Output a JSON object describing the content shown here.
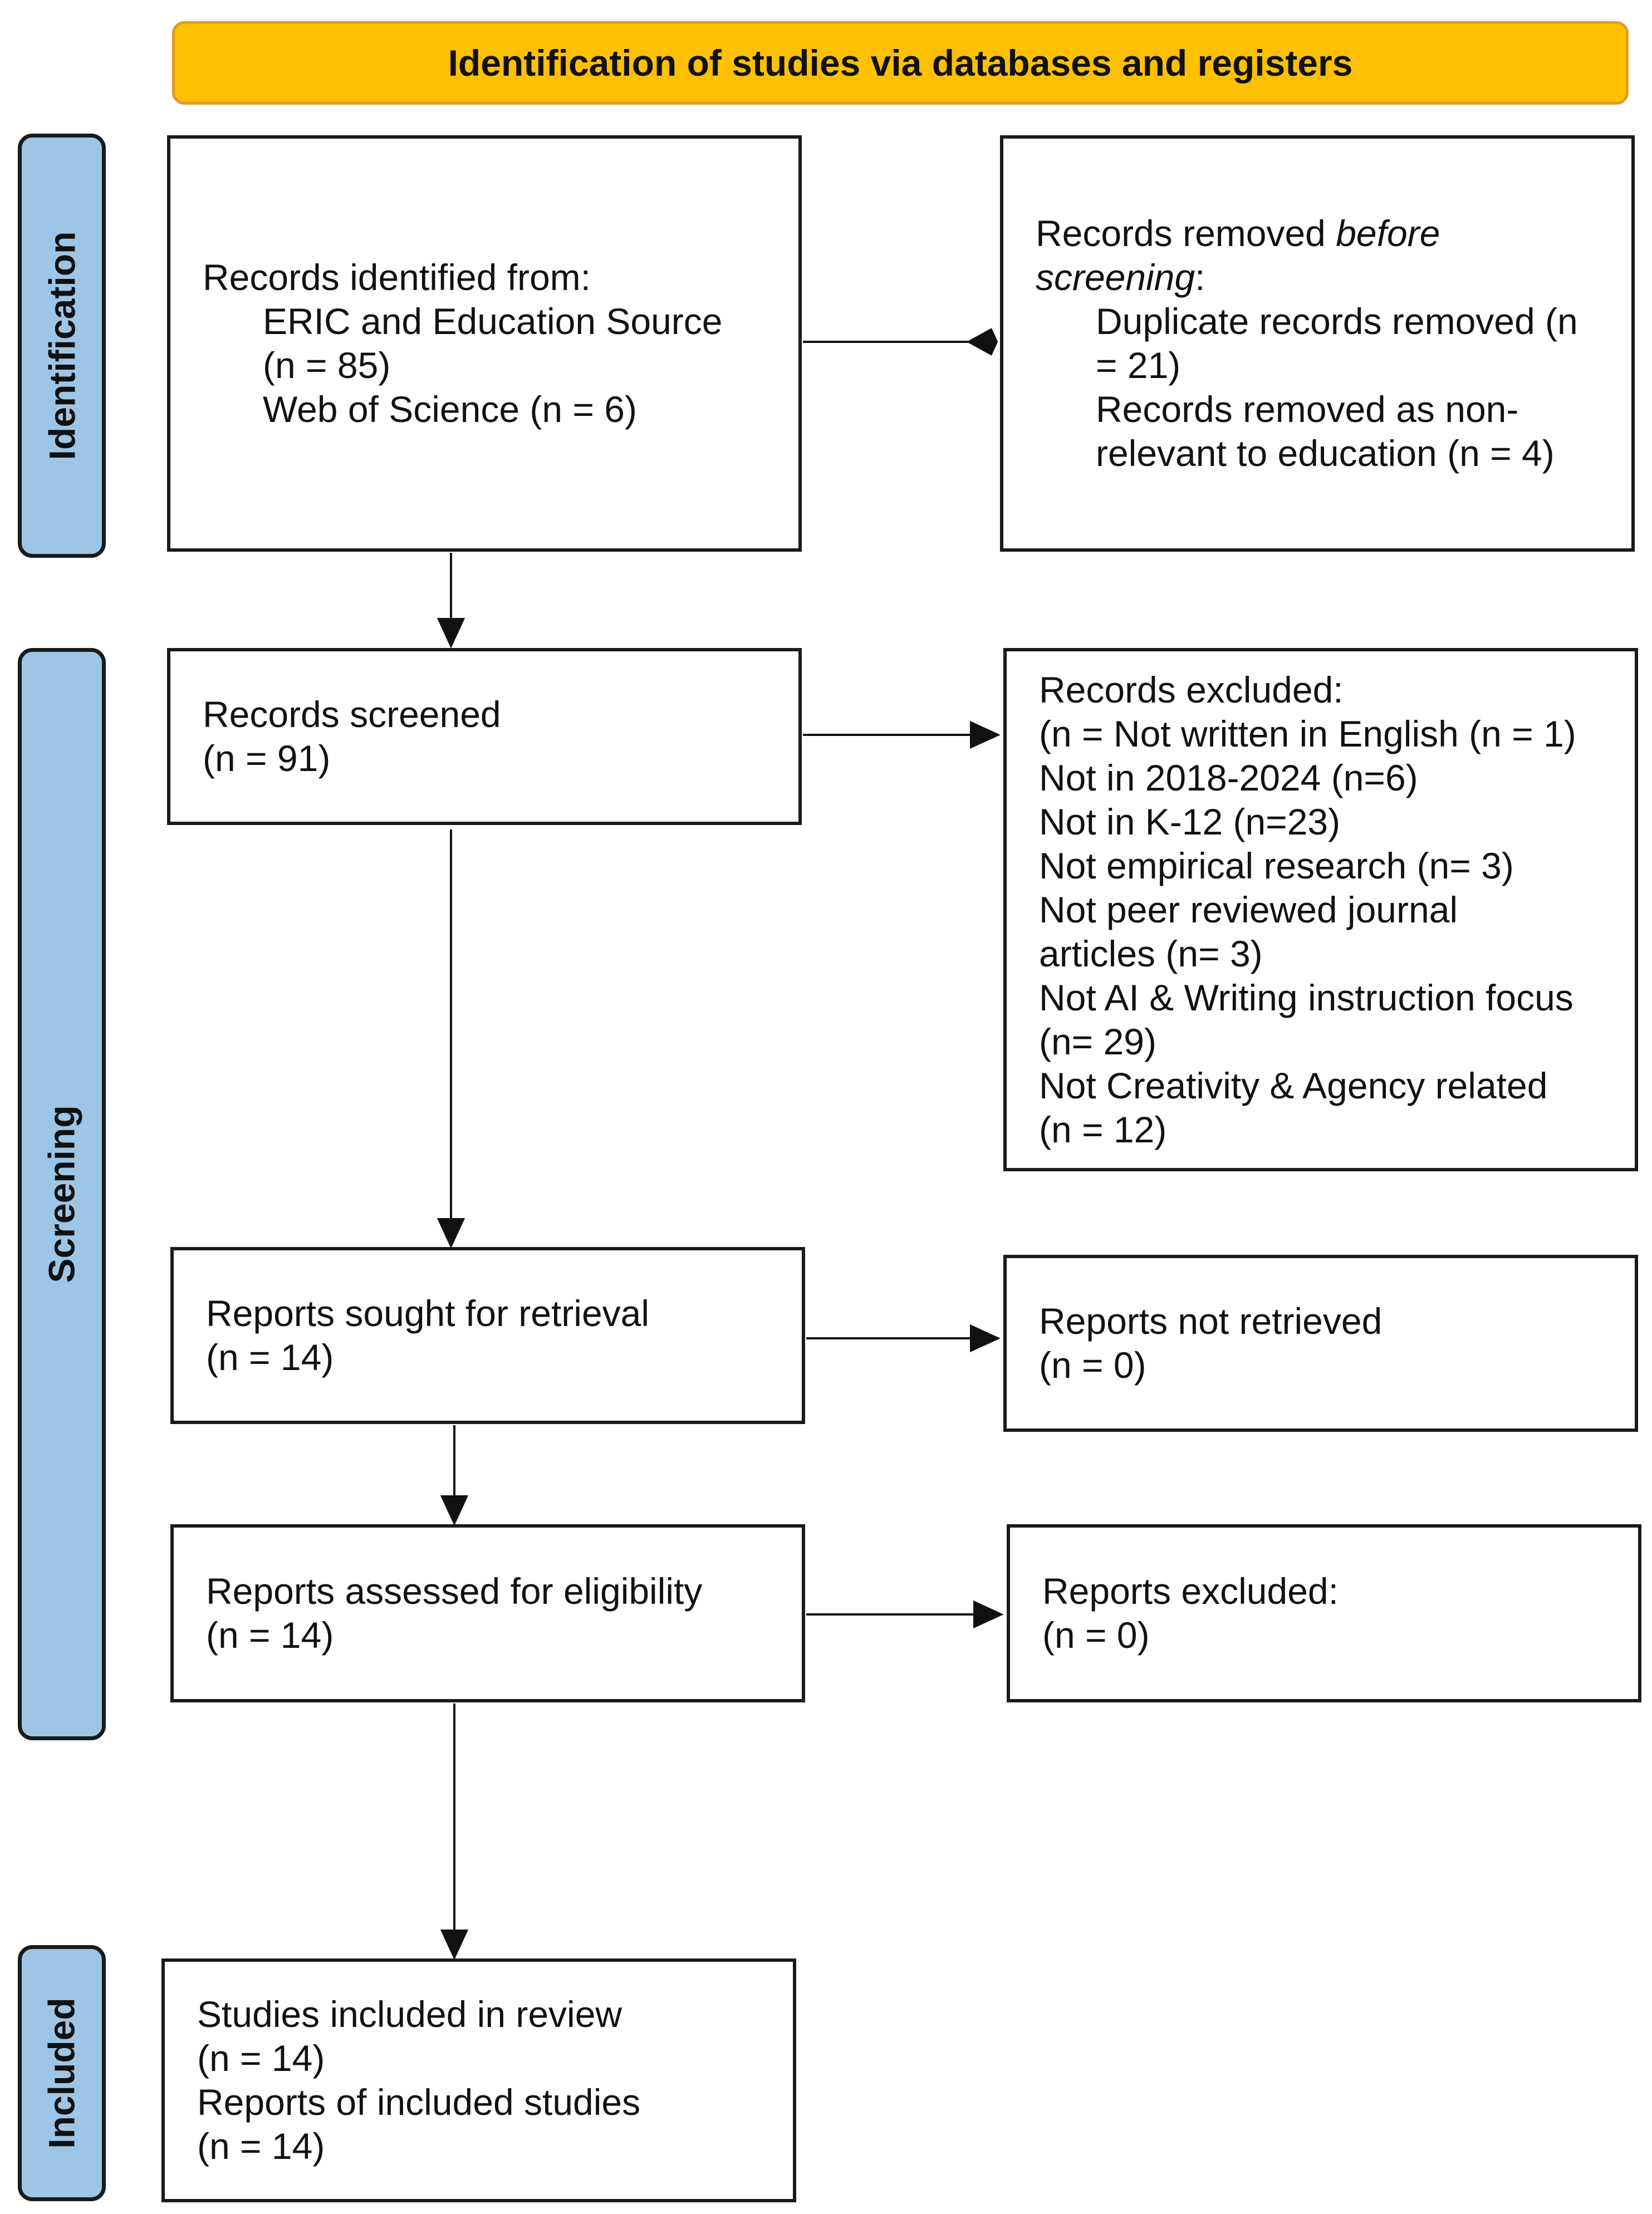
{
  "header": {
    "title": "Identification of studies via databases and registers"
  },
  "phases": {
    "identification": "Identification",
    "screening": "Screening",
    "included": "Included"
  },
  "identified": {
    "heading": "Records identified from:",
    "source1": "ERIC and Education Source",
    "source1_count": "(n = 85)",
    "source2": "Web of Science (n = 6)"
  },
  "removed": {
    "heading_prefix": "Records removed ",
    "heading_em1": "before",
    "heading_em2": "screening",
    "heading_suffix": ":",
    "dup_line1": "Duplicate records removed (n",
    "dup_line2": "= 21)",
    "nonrel_line1": "Records removed as non-",
    "nonrel_line2": "relevant to education (n = 4)"
  },
  "screened": {
    "label": "Records screened",
    "count": "(n = 91)"
  },
  "excluded": {
    "lines": [
      "Records excluded:",
      "(n = Not written in English (n = 1)",
      "Not in 2018-2024 (n=6)",
      "Not in K-12 (n=23)",
      "Not empirical research (n= 3)",
      "Not peer reviewed journal",
      "articles (n= 3)",
      "Not AI & Writing instruction focus",
      "(n= 29)",
      "Not Creativity & Agency related",
      "(n = 12)"
    ]
  },
  "sought": {
    "label": "Reports sought for retrieval",
    "count": "(n = 14)"
  },
  "not_retrieved": {
    "label": "Reports not retrieved",
    "count": "(n = 0)"
  },
  "assessed": {
    "label": "Reports assessed for eligibility",
    "count": "(n = 14)"
  },
  "reports_excluded": {
    "label": "Reports excluded:",
    "count": "(n = 0)"
  },
  "included_box": {
    "line1": "Studies included in review",
    "line2": "(n = 14)",
    "line3": "Reports of included studies",
    "line4": "(n = 14)"
  }
}
